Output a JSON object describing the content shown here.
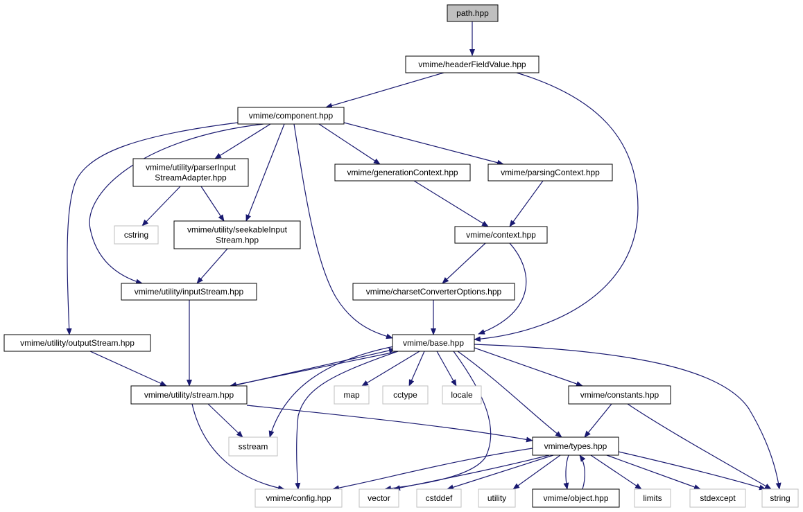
{
  "colors": {
    "edge": "#191970",
    "node_border": "#000000",
    "external_border": "#bfbfbf",
    "root_fill": "#bfbfbf",
    "node_fill": "#ffffff",
    "label": "#000000"
  },
  "nodes": {
    "path": {
      "lines": [
        "path.hpp"
      ],
      "kind": "root"
    },
    "headerFieldValue": {
      "lines": [
        "vmime/headerFieldValue.hpp"
      ],
      "kind": "header"
    },
    "component": {
      "lines": [
        "vmime/component.hpp"
      ],
      "kind": "header"
    },
    "parserInputStreamAdapter": {
      "lines": [
        "vmime/utility/parserInput",
        "StreamAdapter.hpp"
      ],
      "kind": "header"
    },
    "generationContext": {
      "lines": [
        "vmime/generationContext.hpp"
      ],
      "kind": "header"
    },
    "parsingContext": {
      "lines": [
        "vmime/parsingContext.hpp"
      ],
      "kind": "header"
    },
    "cstring": {
      "lines": [
        "cstring"
      ],
      "kind": "external"
    },
    "seekableInputStream": {
      "lines": [
        "vmime/utility/seekableInput",
        "Stream.hpp"
      ],
      "kind": "header"
    },
    "context": {
      "lines": [
        "vmime/context.hpp"
      ],
      "kind": "header"
    },
    "inputStream": {
      "lines": [
        "vmime/utility/inputStream.hpp"
      ],
      "kind": "header"
    },
    "charsetConverterOptions": {
      "lines": [
        "vmime/charsetConverterOptions.hpp"
      ],
      "kind": "header"
    },
    "outputStream": {
      "lines": [
        "vmime/utility/outputStream.hpp"
      ],
      "kind": "header"
    },
    "base": {
      "lines": [
        "vmime/base.hpp"
      ],
      "kind": "header"
    },
    "stream": {
      "lines": [
        "vmime/utility/stream.hpp"
      ],
      "kind": "header"
    },
    "map": {
      "lines": [
        "map"
      ],
      "kind": "external"
    },
    "cctype": {
      "lines": [
        "cctype"
      ],
      "kind": "external"
    },
    "locale": {
      "lines": [
        "locale"
      ],
      "kind": "external"
    },
    "constants": {
      "lines": [
        "vmime/constants.hpp"
      ],
      "kind": "header"
    },
    "sstream": {
      "lines": [
        "sstream"
      ],
      "kind": "external"
    },
    "types": {
      "lines": [
        "vmime/types.hpp"
      ],
      "kind": "header"
    },
    "config": {
      "lines": [
        "vmime/config.hpp"
      ],
      "kind": "external"
    },
    "vector": {
      "lines": [
        "vector"
      ],
      "kind": "external"
    },
    "cstddef": {
      "lines": [
        "cstddef"
      ],
      "kind": "external"
    },
    "utility": {
      "lines": [
        "utility"
      ],
      "kind": "external"
    },
    "object": {
      "lines": [
        "vmime/object.hpp"
      ],
      "kind": "header"
    },
    "limits": {
      "lines": [
        "limits"
      ],
      "kind": "external"
    },
    "stdexcept": {
      "lines": [
        "stdexcept"
      ],
      "kind": "external"
    },
    "string": {
      "lines": [
        "string"
      ],
      "kind": "external"
    }
  },
  "edges": [
    [
      "path",
      "headerFieldValue"
    ],
    [
      "headerFieldValue",
      "component"
    ],
    [
      "headerFieldValue",
      "base"
    ],
    [
      "component",
      "parserInputStreamAdapter"
    ],
    [
      "component",
      "generationContext"
    ],
    [
      "component",
      "parsingContext"
    ],
    [
      "component",
      "seekableInputStream"
    ],
    [
      "component",
      "inputStream"
    ],
    [
      "component",
      "outputStream"
    ],
    [
      "component",
      "base"
    ],
    [
      "parserInputStreamAdapter",
      "cstring"
    ],
    [
      "parserInputStreamAdapter",
      "seekableInputStream"
    ],
    [
      "seekableInputStream",
      "inputStream"
    ],
    [
      "generationContext",
      "context"
    ],
    [
      "parsingContext",
      "context"
    ],
    [
      "context",
      "charsetConverterOptions"
    ],
    [
      "context",
      "base"
    ],
    [
      "charsetConverterOptions",
      "base"
    ],
    [
      "inputStream",
      "stream"
    ],
    [
      "outputStream",
      "stream"
    ],
    [
      "stream",
      "base"
    ],
    [
      "stream",
      "sstream"
    ],
    [
      "stream",
      "config"
    ],
    [
      "stream",
      "types"
    ],
    [
      "base",
      "stream"
    ],
    [
      "base",
      "sstream"
    ],
    [
      "base",
      "config"
    ],
    [
      "base",
      "map"
    ],
    [
      "base",
      "cctype"
    ],
    [
      "base",
      "locale"
    ],
    [
      "base",
      "vector"
    ],
    [
      "base",
      "types"
    ],
    [
      "base",
      "constants"
    ],
    [
      "base",
      "string"
    ],
    [
      "constants",
      "types"
    ],
    [
      "constants",
      "string"
    ],
    [
      "types",
      "config"
    ],
    [
      "types",
      "vector"
    ],
    [
      "types",
      "cstddef"
    ],
    [
      "types",
      "utility"
    ],
    [
      "types",
      "object"
    ],
    [
      "types",
      "limits"
    ],
    [
      "types",
      "stdexcept"
    ],
    [
      "types",
      "string"
    ],
    [
      "object",
      "types"
    ]
  ]
}
